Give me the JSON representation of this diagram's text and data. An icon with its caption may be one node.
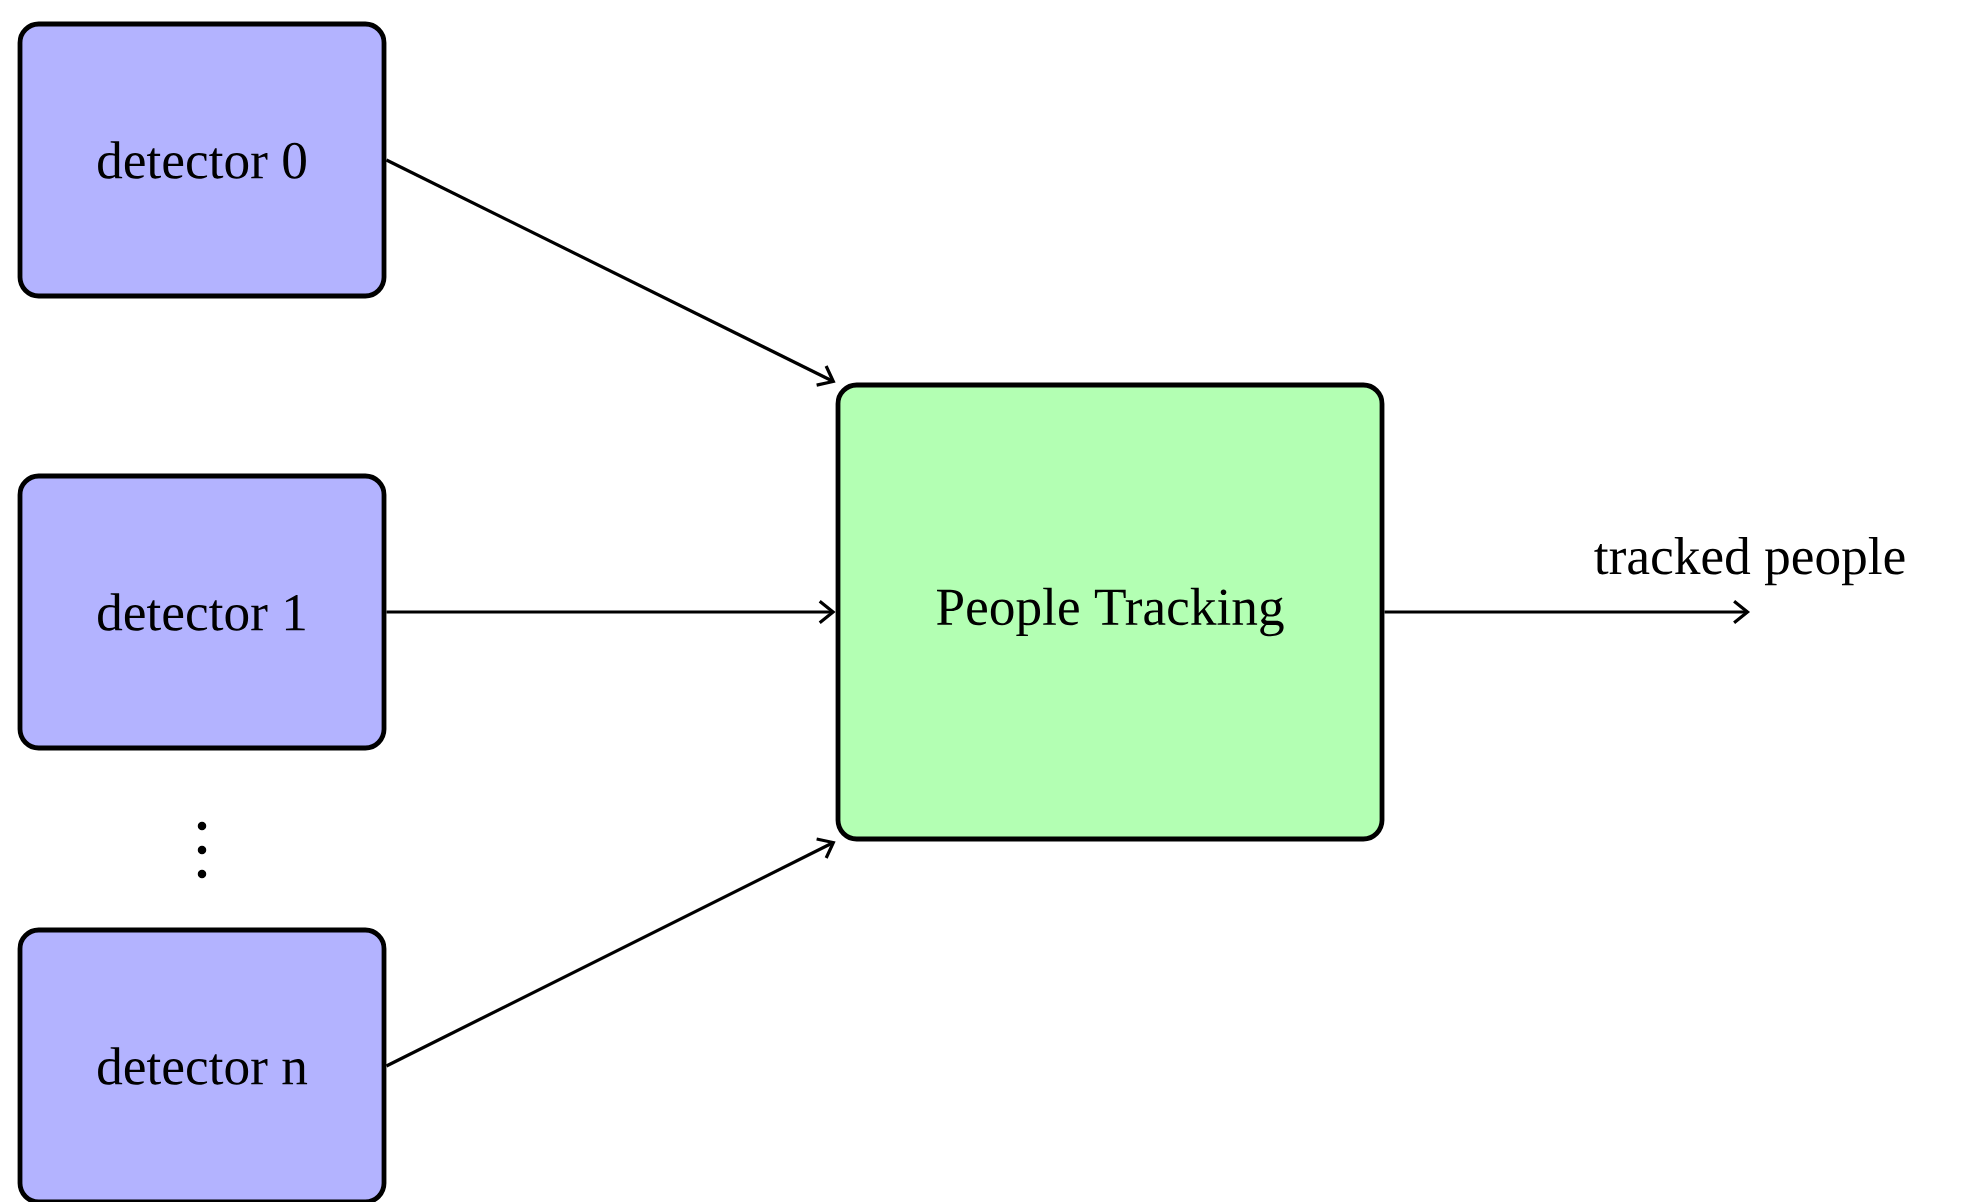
{
  "diagram": {
    "nodes": [
      {
        "text": [
          "detector 0"
        ]
      },
      {
        "text": [
          "detector 1"
        ]
      },
      {
        "text": [
          "detector n"
        ]
      },
      {
        "text": [
          "People Tracking"
        ]
      }
    ],
    "edges": [
      {
        "from": 0,
        "to": 3,
        "arrow": "to"
      },
      {
        "from": 1,
        "to": 3,
        "arrow": "to"
      },
      {
        "from": 2,
        "to": 3,
        "arrow": "to"
      },
      {
        "from": 3,
        "to": null,
        "arrow": "to",
        "label": "tracked people"
      }
    ]
  }
}
